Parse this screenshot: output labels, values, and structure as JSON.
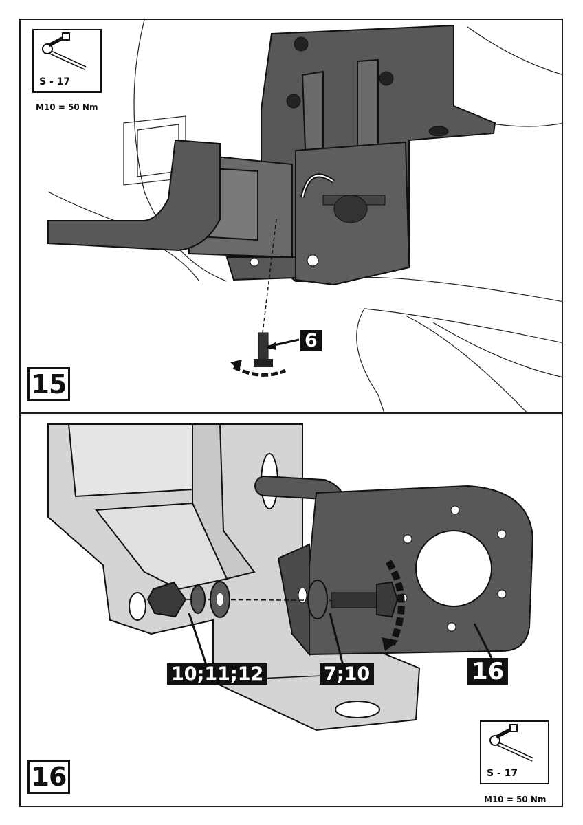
{
  "steps": [
    {
      "number": "15",
      "tool": {
        "icon": "socket-wrench-icon",
        "label": "S - 17"
      },
      "torque": "M10 = 50 Nm",
      "callouts": [
        "6"
      ]
    },
    {
      "number": "16",
      "tool": {
        "icon": "socket-wrench-icon",
        "label": "S - 17"
      },
      "torque": "M10 = 50 Nm",
      "callouts": [
        "10;11;12",
        "7;10",
        "16"
      ]
    }
  ],
  "colors": {
    "part_dark": "#58585a",
    "part_light": "#d4d4d6",
    "ink": "#111111"
  }
}
